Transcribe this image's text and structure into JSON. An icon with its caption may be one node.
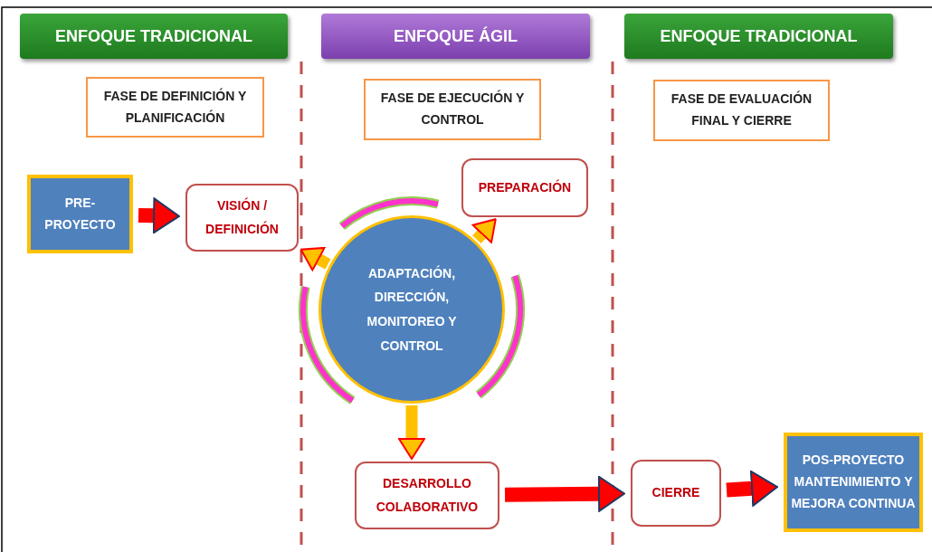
{
  "diagram": {
    "nodes": [
      {
        "text": [
          "ENFOQUE TRADICIONAL"
        ]
      },
      {
        "text": [
          "ENFOQUE ÁGIL"
        ]
      },
      {
        "text": [
          "ENFOQUE TRADICIONAL"
        ]
      },
      {
        "text": [
          "FASE DE DEFINICIÓN Y PLANIFICACIÓN"
        ]
      },
      {
        "text": [
          "FASE DE EJECUCIÓN Y CONTROL"
        ]
      },
      {
        "text": [
          "FASE DE EVALUACIÓN FINAL Y CIERRE"
        ]
      },
      {
        "text": [
          "PRE-PROYECTO"
        ]
      },
      {
        "text": [
          "VISIÓN / DEFINICIÓN"
        ]
      },
      {
        "text": [
          "PREPARACIÓN"
        ]
      },
      {
        "text": [
          "ADAPTACIÓN, DIRECCIÓN, MONITOREO Y CONTROL"
        ]
      },
      {
        "text": [
          "DESARROLLO COLABORATIVO"
        ]
      },
      {
        "text": [
          "CIERRE"
        ]
      },
      {
        "text": [
          "POS-PROYECTO MANTENIMIENTO Y MEJORA CONTINUA"
        ]
      }
    ],
    "edges": [
      {
        "from": 6,
        "to": 7,
        "arrow": "to"
      },
      {
        "from": 9,
        "to": 7,
        "arrow": "to",
        "color": "#ffc000"
      },
      {
        "from": 9,
        "to": 8,
        "arrow": "to",
        "color": "#ffc000"
      },
      {
        "from": 9,
        "to": 10,
        "arrow": "to",
        "color": "#ffc000"
      },
      {
        "from": 10,
        "to": 11,
        "arrow": "to"
      },
      {
        "from": 11,
        "to": 12,
        "arrow": "to"
      }
    ]
  }
}
